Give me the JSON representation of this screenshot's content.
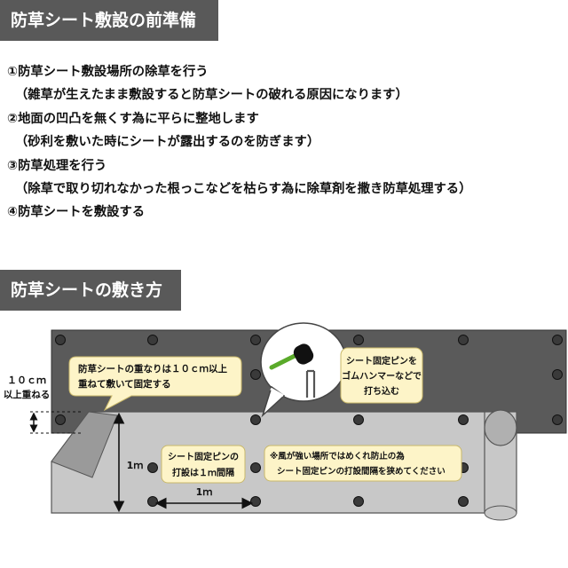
{
  "section1": {
    "title": "防草シート敷設の前準備",
    "steps": [
      {
        "main": "①防草シート敷設場所の除草を行う",
        "note": "（雑草が生えたまま敷設すると防草シートの破れる原因になります）"
      },
      {
        "main": "②地面の凹凸を無くす為に平らに整地します",
        "note": "（砂利を敷いた時にシートが露出するのを防ぎます）"
      },
      {
        "main": "③防草処理を行う",
        "note": "（除草で取り切れなかった根っこなどを枯らす為に除草剤を撒き防草処理する）"
      },
      {
        "main": "④防草シートを敷設する",
        "note": ""
      }
    ]
  },
  "section2": {
    "title": "防草シートの敷き方",
    "overlap_label_line1": "１０ｃｍ",
    "overlap_label_line2": "以上重ねる",
    "callout_overlap_line1": "防草シートの重なりは１０ｃｍ以上",
    "callout_overlap_line2": "重ねて敷いて固定する",
    "callout_hammer_line1": "シート固定ピンを",
    "callout_hammer_line2": "ゴムハンマーなどで",
    "callout_hammer_line3": "打ち込む",
    "callout_pin_line1": "シート固定ピンの",
    "callout_pin_line2": "打設は１ｍ間隔",
    "callout_wind_line1": "※風が強い場所ではめくれ防止の為",
    "callout_wind_line2": "シート固定ピンの打設間隔を狭めてください",
    "vertical_label": "1ｍ",
    "horizontal_label": "1ｍ"
  },
  "colors": {
    "header_bg": "#595959",
    "dark_sheet": "#5a5a5a",
    "light_sheet": "#c8c8c8",
    "callout_bg": "#fdf4c8",
    "hammer_handle": "#5aaa2a"
  }
}
